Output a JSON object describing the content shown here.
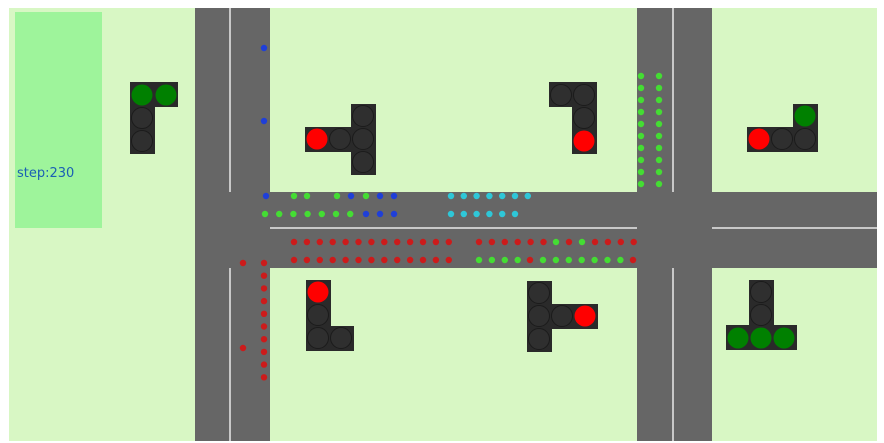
{
  "status": {
    "step_text": "step:230"
  },
  "colors": {
    "grass": "#d8f7c4",
    "panel": "#9ef49b",
    "road": "#666666",
    "lane_line": "#c8c8c8",
    "housing": "#2a2a2a",
    "lamp_off": "#2f2f2f",
    "lamp_red": "#ff0000",
    "lamp_green": "#008000",
    "car_blue": "#1f3fd8",
    "car_green": "#44dd33",
    "car_cyan": "#2ec7d8",
    "car_red": "#cc1b1b"
  },
  "traffic_lights": [
    {
      "id": "nw-west",
      "active": "green"
    },
    {
      "id": "nw-east",
      "active": "red"
    },
    {
      "id": "ne-west",
      "active": "red"
    },
    {
      "id": "ne-east",
      "active": "green"
    },
    {
      "id": "sw",
      "active": "red"
    },
    {
      "id": "se-west",
      "active": "red"
    },
    {
      "id": "se-east",
      "active": "green"
    }
  ]
}
